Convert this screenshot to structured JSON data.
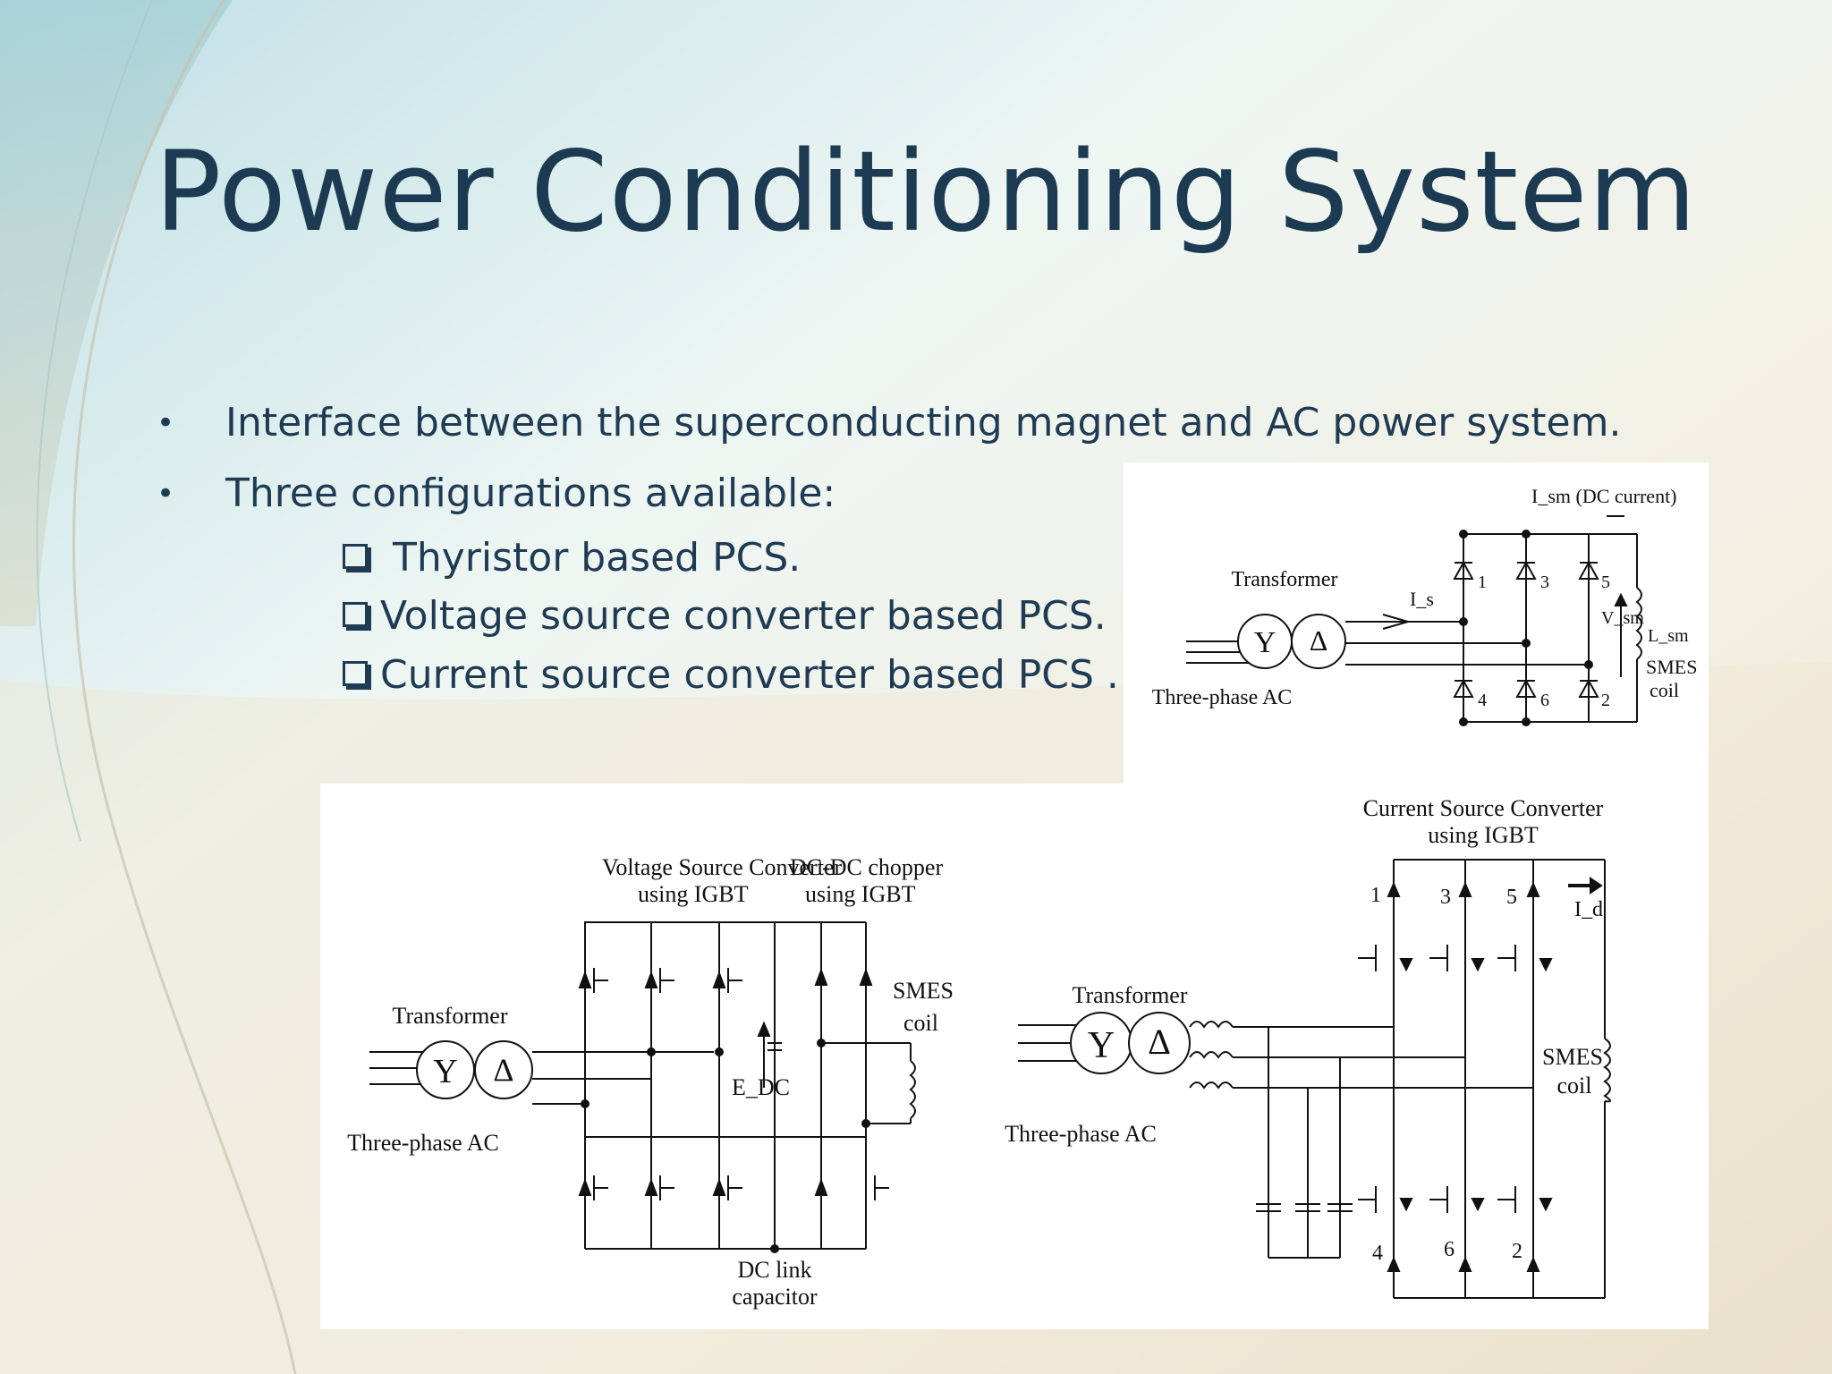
{
  "slide": {
    "title": "Power Conditioning System",
    "bullets": [
      "Interface between the superconducting magnet and AC power system.",
      "Three configurations available:"
    ],
    "sub_bullets": [
      " Thyristor based PCS.",
      "Voltage source converter based PCS.",
      "Current source converter based PCS  ."
    ]
  },
  "diagrams": {
    "thyristor": {
      "transformer": "Transformer",
      "source": "Three-phase AC",
      "current_label": "I_sm (DC current)",
      "line_current": "I_s",
      "voltage": "V_sm",
      "inductance": "L_sm",
      "coil": "SMES",
      "coil2": "coil",
      "switch_numbers": [
        "1",
        "3",
        "5",
        "4",
        "6",
        "2"
      ]
    },
    "vsc": {
      "converter_title": "Voltage Source Converter",
      "converter_sub": "using IGBT",
      "chopper_title": "DC-DC chopper",
      "chopper_sub": "using IGBT",
      "transformer": "Transformer",
      "source": "Three-phase AC",
      "coil": "SMES",
      "coil2": "coil",
      "capacitor_voltage": "E_DC",
      "dc_link": "DC link",
      "dc_link2": "capacitor"
    },
    "csc": {
      "converter_title": "Current Source Converter",
      "converter_sub": "using IGBT",
      "transformer": "Transformer",
      "source": "Three-phase AC",
      "current": "I_d",
      "coil": "SMES",
      "coil2": "coil",
      "switch_numbers": [
        "1",
        "3",
        "5",
        "4",
        "6",
        "2"
      ]
    }
  },
  "colors": {
    "title": "#1c3a52",
    "text": "#1f3b53",
    "diagram_bg": "#ffffff"
  }
}
